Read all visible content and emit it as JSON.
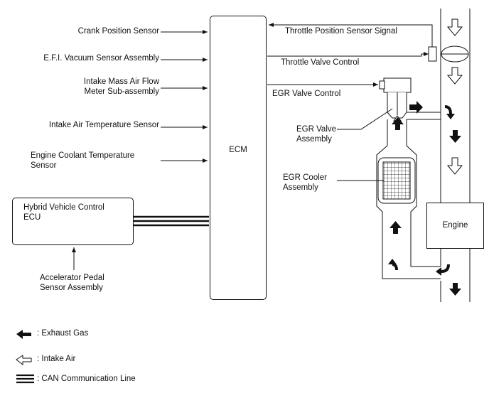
{
  "inputs": {
    "crank": "Crank Position Sensor",
    "efi_vacuum": "E.F.I. Vacuum Sensor Assembly",
    "maf_line1": "Intake Mass Air Flow",
    "maf_line2": "Meter Sub-assembly",
    "intake_temp": "Intake Air Temperature Sensor",
    "coolant_line1": "Engine Coolant Temperature",
    "coolant_line2": "Sensor"
  },
  "ecm": {
    "label": "ECM"
  },
  "hybrid_ecu": {
    "line1": "Hybrid Vehicle Control",
    "line2": "ECU"
  },
  "accelerator": {
    "line1": "Accelerator Pedal",
    "line2": "Sensor Assembly"
  },
  "signals": {
    "throttle_position": "Throttle Position Sensor Signal",
    "throttle_valve": "Throttle Valve Control",
    "egr_valve_control": "EGR Valve Control"
  },
  "components": {
    "egr_valve_line1": "EGR Valve",
    "egr_valve_line2": "Assembly",
    "egr_cooler_line1": "EGR Cooler",
    "egr_cooler_line2": "Assembly",
    "engine": "Engine"
  },
  "legend": {
    "exhaust": ": Exhaust Gas",
    "intake": ": Intake Air",
    "can": ": CAN Communication Line"
  }
}
